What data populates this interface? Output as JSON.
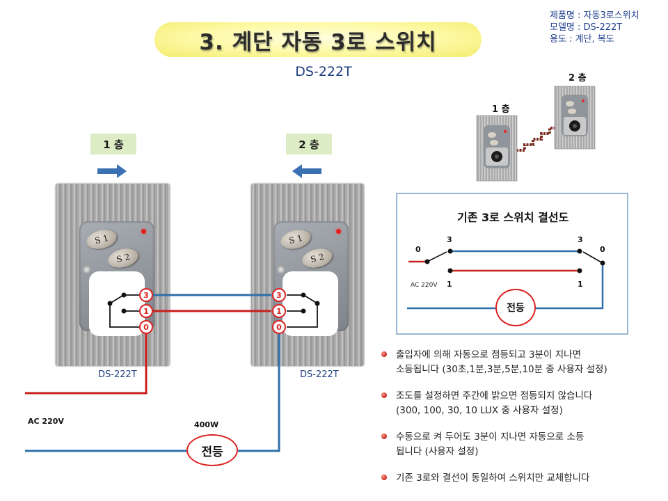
{
  "title": "3. 계단 자동 3로 스위치",
  "model_subtitle": "DS-222T",
  "product_info": {
    "name": "제품명 : 자동3로스위치",
    "model": "모델명 :  DS-222T",
    "usage": "용도    : 계단, 복도"
  },
  "photo": {
    "floor1_label": "1 층",
    "floor2_label": "2 층"
  },
  "switches": [
    {
      "floor_label": "1 층",
      "model_caption": "DS-222T",
      "button1": "S 1",
      "button2": "S 2",
      "arrow": "right",
      "terminals": [
        "3",
        "1",
        "0"
      ]
    },
    {
      "floor_label": "2 층",
      "model_caption": "DS-222T",
      "button1": "S 1",
      "button2": "S 2",
      "arrow": "left",
      "terminals": [
        "3",
        "1",
        "0"
      ]
    }
  ],
  "wiring": {
    "ac_label": "AC 220V",
    "power_label": "400W",
    "lamp_label": "전등"
  },
  "legacy_diagram": {
    "title": "기존  3로 스위치 결선도",
    "left_terminals": {
      "common": "0",
      "t3": "3",
      "t1": "1"
    },
    "right_terminals": {
      "common": "0",
      "t3": "3",
      "t1": "1"
    },
    "ac_label": "AC 220V",
    "lamp_label": "전등"
  },
  "bullets": [
    {
      "line1": "출입자에 의해 자동으로 점등되고 3분이 지나면",
      "line2": "소등됩니다 (30초,1분,3분,5분,10분 중 사용자 설정)"
    },
    {
      "line1": "조도를 설정하면 주간에 밝으면 점등되지 않습니다",
      "line2": "(300, 100, 30, 10 LUX 중 사용자 설정)"
    },
    {
      "line1": "수동으로 켜 두어도 3분이 지나면 자동으로 소등",
      "line2": "됩니다 (사용자 설정)"
    },
    {
      "line1": "기존 3로와 결선이 동일하여 스위치만 교체합니다",
      "line2": ""
    }
  ],
  "colors": {
    "wire_red": "#c8201c",
    "wire_blue": "#2f6fa8",
    "arrow_blue": "#3a70b4",
    "title_pill": "#fdf9a4",
    "floor_tag": "#dcecc4",
    "stair_wire": "#7a2a1e"
  },
  "icons": {
    "arrow_right": "arrow-right-icon",
    "arrow_left": "arrow-left-icon",
    "bullet": "bullet-icon"
  }
}
